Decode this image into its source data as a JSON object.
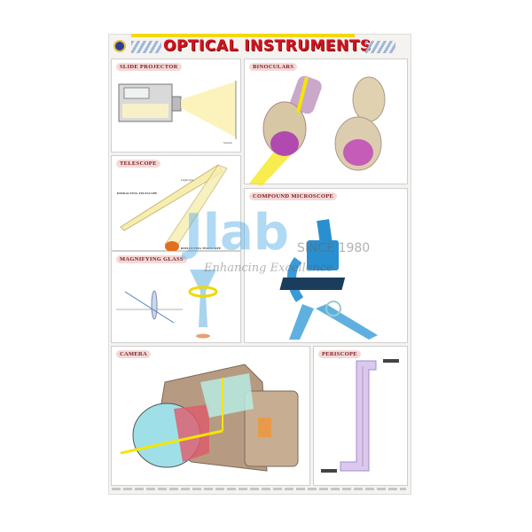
{
  "poster": {
    "title": "OPTICAL INSTRUMENTS",
    "panels": {
      "slide_projector": {
        "title": "SLIDE PROJECTOR",
        "labels": [
          "Screen"
        ]
      },
      "binoculars": {
        "title": "BINOCULARS"
      },
      "telescope": {
        "title": "TELESCOPE",
        "labels": [
          "REFRACTING TELESCOPE",
          "REFLECTING TELESCOPE",
          "Light rays"
        ]
      },
      "magnifying_glass": {
        "title": "MAGNIFYING GLASS"
      },
      "compound_microscope": {
        "title": "COMPOUND MICROSCOPE"
      },
      "camera": {
        "title": "CAMERA"
      },
      "periscope": {
        "title": "PERISCOPE"
      }
    },
    "watermark": {
      "brand": "Jlab",
      "since": "SINCE 1980",
      "tagline": "Enhancing Excellence"
    },
    "colors": {
      "title": "#d0141e",
      "panel_title_bg": "#f4d9d9",
      "light_ray": "#f5e600",
      "microscope": "#2a8fd0"
    }
  }
}
